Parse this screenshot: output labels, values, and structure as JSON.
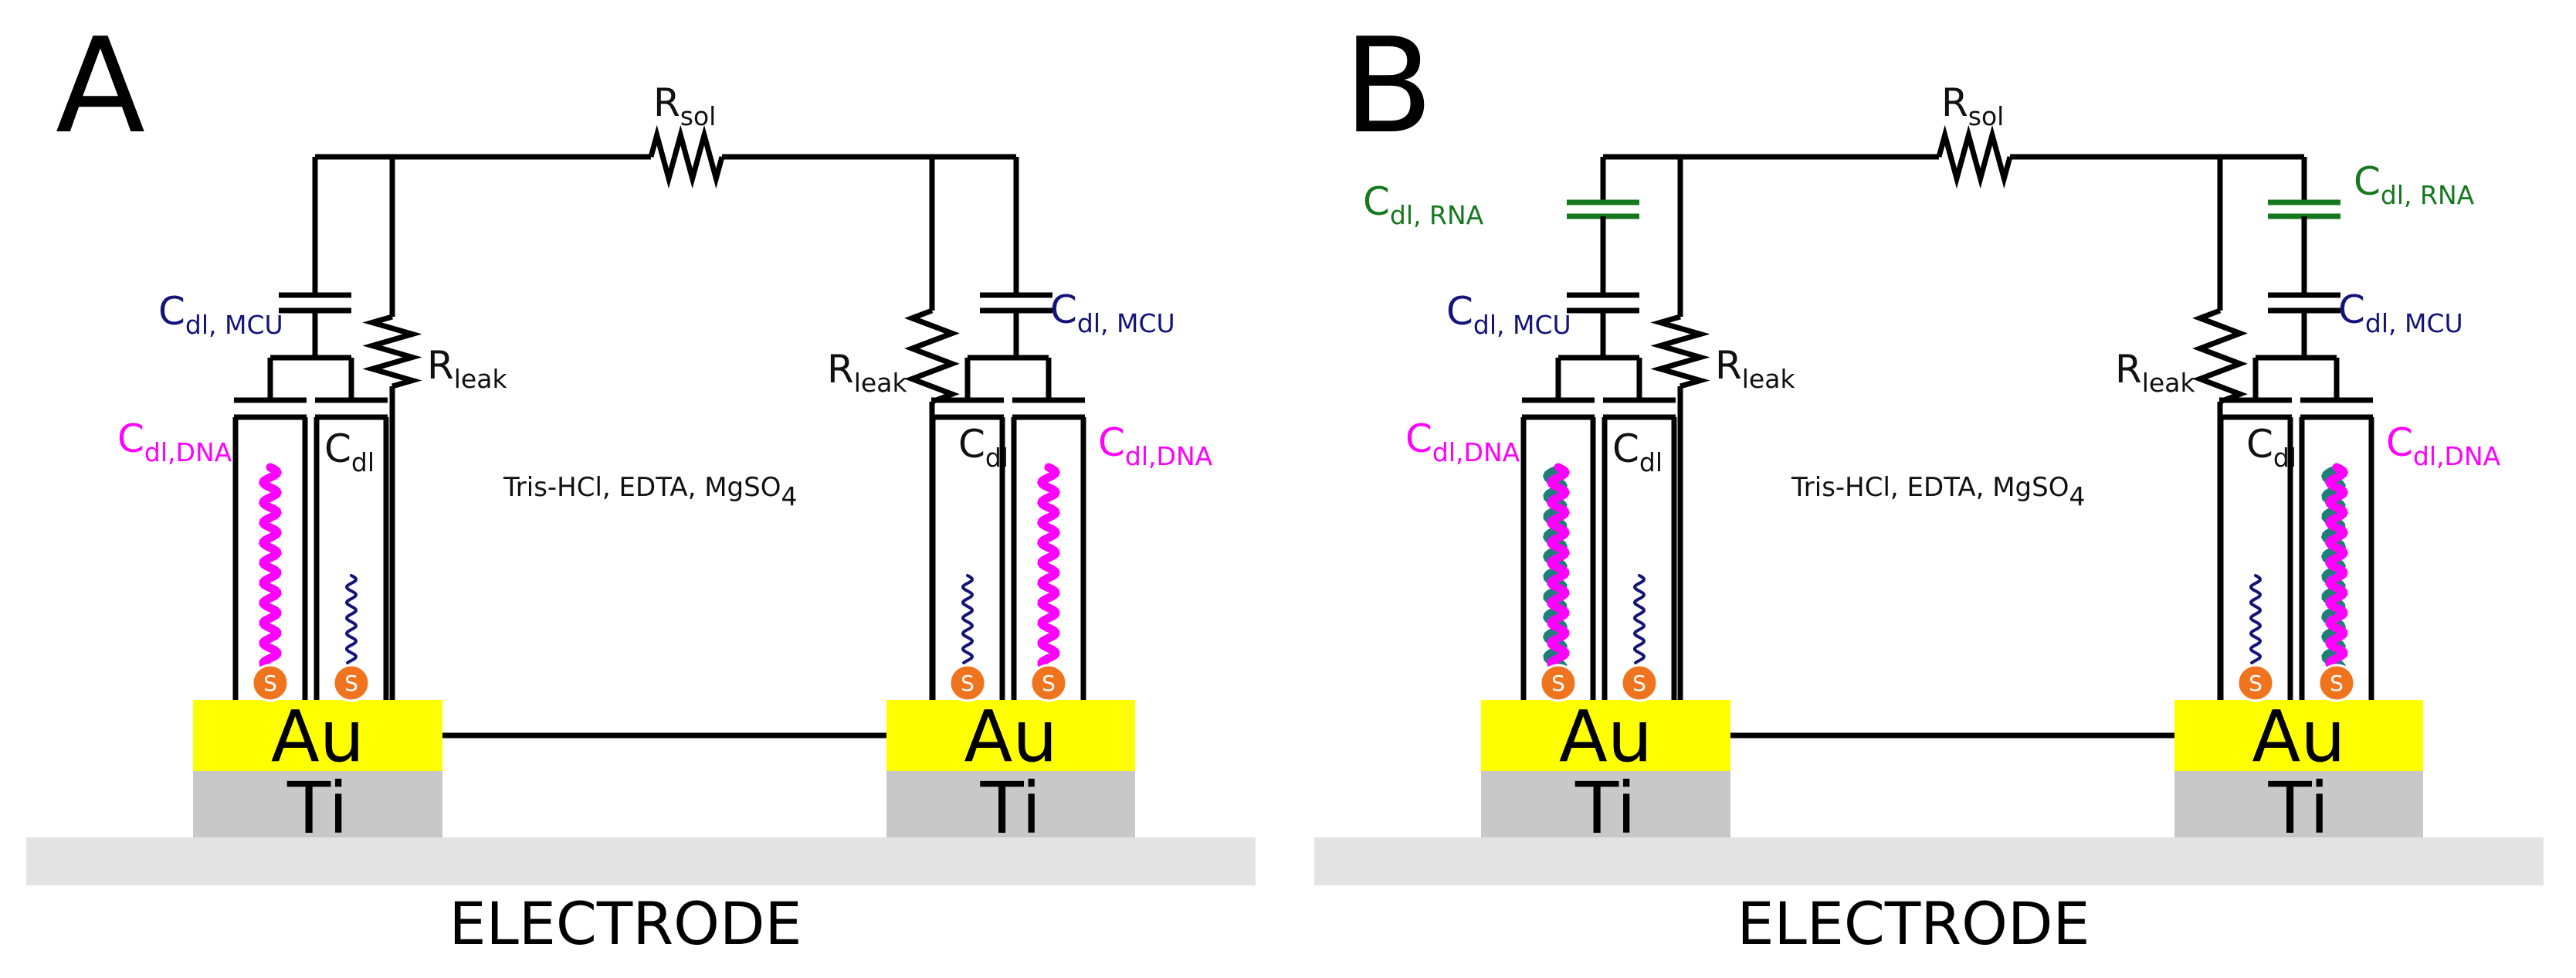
{
  "colors": {
    "wire": "#000000",
    "gold": "#ffff00",
    "titanium": "#c8c8c8",
    "substrate": "#e3e3e3",
    "dna": "#ff00ff",
    "mcu": "#13137a",
    "rna": "#15781e",
    "rna_strand": "#1f7f78",
    "thiol": "#f0741e",
    "black_label": "#111111"
  },
  "icons": {
    "resistor": "zigzag-resistor-icon",
    "capacitor": "parallel-plate-capacitor-icon",
    "thiol": "sulfur-circle-icon",
    "dna": "wavy-strand-icon"
  },
  "panels": [
    {
      "letter": "A",
      "resistor_sol": {
        "main": "R",
        "sub": "sol"
      },
      "solution": {
        "main": "Tris-HCl, EDTA, MgSO",
        "sub": "4"
      },
      "left": {
        "c_mcu": {
          "main": "C",
          "sub": "dl, MCU"
        },
        "c_dna": {
          "main": "C",
          "sub": "dl,DNA"
        },
        "c_dl": {
          "main": "C",
          "sub": "dl"
        },
        "r_leak": {
          "main": "R",
          "sub": "leak"
        },
        "gold": "Au",
        "titanium": "Ti",
        "thiol_1": "S",
        "thiol_2": "S"
      },
      "right": {
        "c_mcu": {
          "main": "C",
          "sub": "dl, MCU"
        },
        "c_dna": {
          "main": "C",
          "sub": "dl,DNA"
        },
        "c_dl": {
          "main": "C",
          "sub": "dl"
        },
        "r_leak": {
          "main": "R",
          "sub": "leak"
        },
        "gold": "Au",
        "titanium": "Ti",
        "thiol_1": "S",
        "thiol_2": "S"
      },
      "electrode": "ELECTRODE"
    },
    {
      "letter": "B",
      "resistor_sol": {
        "main": "R",
        "sub": "sol"
      },
      "solution": {
        "main": "Tris-HCl, EDTA, MgSO",
        "sub": "4"
      },
      "left": {
        "c_rna": {
          "main": "C",
          "sub": "dl, RNA"
        },
        "c_mcu": {
          "main": "C",
          "sub": "dl, MCU"
        },
        "c_dna": {
          "main": "C",
          "sub": "dl,DNA"
        },
        "c_dl": {
          "main": "C",
          "sub": "dl"
        },
        "r_leak": {
          "main": "R",
          "sub": "leak"
        },
        "gold": "Au",
        "titanium": "Ti",
        "thiol_1": "S",
        "thiol_2": "S"
      },
      "right": {
        "c_rna": {
          "main": "C",
          "sub": "dl, RNA"
        },
        "c_mcu": {
          "main": "C",
          "sub": "dl, MCU"
        },
        "c_dna": {
          "main": "C",
          "sub": "dl,DNA"
        },
        "c_dl": {
          "main": "C",
          "sub": "dl"
        },
        "r_leak": {
          "main": "R",
          "sub": "leak"
        },
        "gold": "Au",
        "titanium": "Ti",
        "thiol_1": "S",
        "thiol_2": "S"
      },
      "electrode": "ELECTRODE"
    }
  ]
}
